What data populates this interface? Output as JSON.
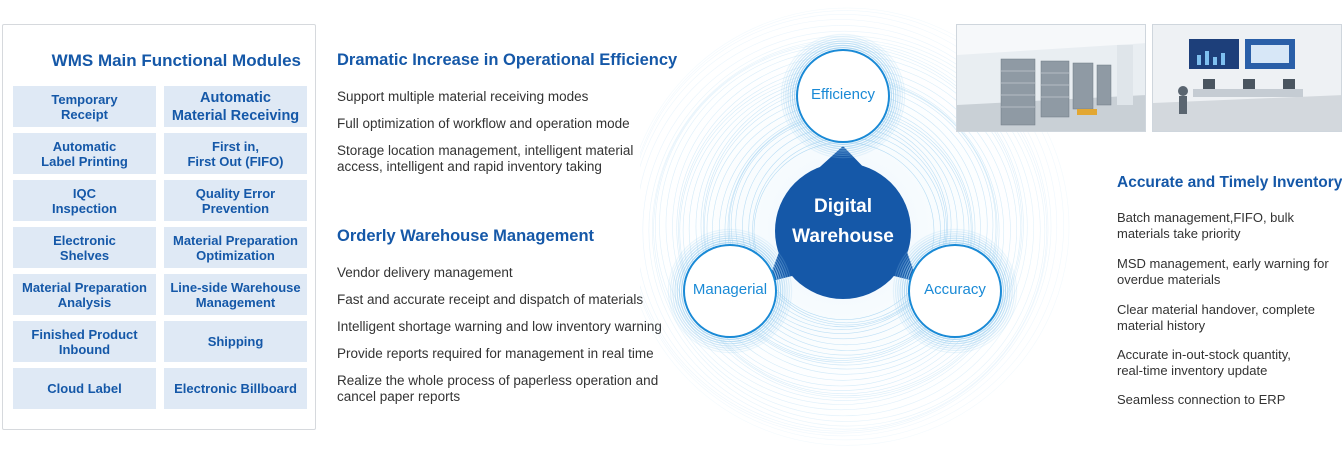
{
  "modules": {
    "title": "WMS Main Functional Modules",
    "items": [
      "Temporary\nReceipt",
      "Automatic\nMaterial Receiving",
      "Automatic\nLabel Printing",
      "First in,\nFirst Out (FIFO)",
      "IQC\nInspection",
      "Quality Error\nPrevention",
      "Electronic\nShelves",
      "Material Preparation\nOptimization",
      "Material Preparation\nAnalysis",
      "Line-side Warehouse\nManagement",
      "Finished Product\nInbound",
      "Shipping",
      "Cloud Label",
      "Electronic Billboard"
    ]
  },
  "efficiency_section": {
    "title": "Dramatic Increase in Operational Efficiency",
    "items": [
      "Support multiple material receiving modes",
      "Full optimization of workflow and operation mode",
      "Storage location management, intelligent material\naccess, intelligent and rapid inventory taking"
    ]
  },
  "management_section": {
    "title": "Orderly Warehouse Management",
    "items": [
      "Vendor delivery management",
      "Fast and accurate receipt and dispatch of materials",
      "Intelligent shortage warning and low inventory warning",
      "Provide reports required for management in real time",
      "Realize the whole process of paperless operation and\ncancel paper reports"
    ]
  },
  "inventory_section": {
    "title": "Accurate and Timely Inventory",
    "items": [
      "Batch management,FIFO, bulk\nmaterials take priority",
      "MSD management, early warning for\noverdue materials",
      "Clear material handover, complete\nmaterial history",
      "Accurate in-out-stock quantity,\nreal-time inventory update",
      "Seamless connection to ERP"
    ]
  },
  "diagram": {
    "center": "Digital\nWarehouse",
    "efficiency": "Efficiency",
    "managerial": "Managerial",
    "accuracy": "Accuracy",
    "colors": {
      "primary": "#1558a8",
      "accent": "#1a8ad6",
      "ring": "#9fd0f0"
    }
  }
}
